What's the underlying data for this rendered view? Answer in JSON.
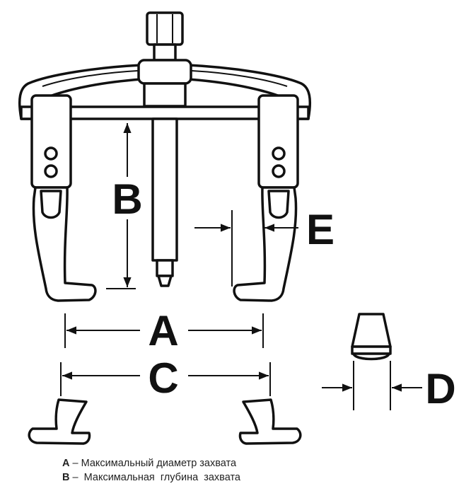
{
  "labels": {
    "a": "A",
    "b": "B",
    "c": "C",
    "d": "D",
    "e": "E"
  },
  "legend": [
    {
      "key": "A",
      "sep": " – ",
      "text": "Максимальный диаметр захвата"
    },
    {
      "key": "B",
      "sep": " –  ",
      "text": "Максимальная  глубина  захвата"
    }
  ]
}
